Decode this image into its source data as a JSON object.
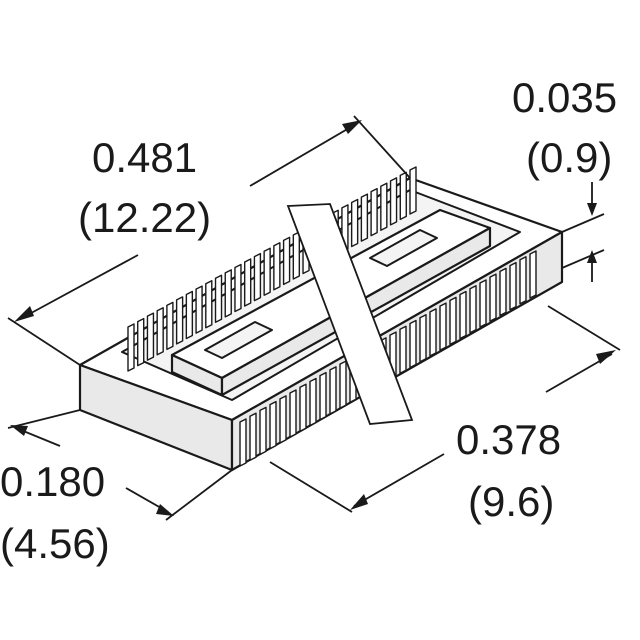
{
  "dimensions": {
    "length": {
      "inch": "0.481",
      "mm": "(12.22)"
    },
    "height": {
      "inch": "0.035",
      "mm": "(0.9)"
    },
    "width": {
      "inch": "0.180",
      "mm": "(4.56)"
    },
    "body_length": {
      "inch": "0.378",
      "mm": "(9.6)"
    }
  },
  "colors": {
    "line": "#1a1a1a",
    "background": "#ffffff"
  }
}
